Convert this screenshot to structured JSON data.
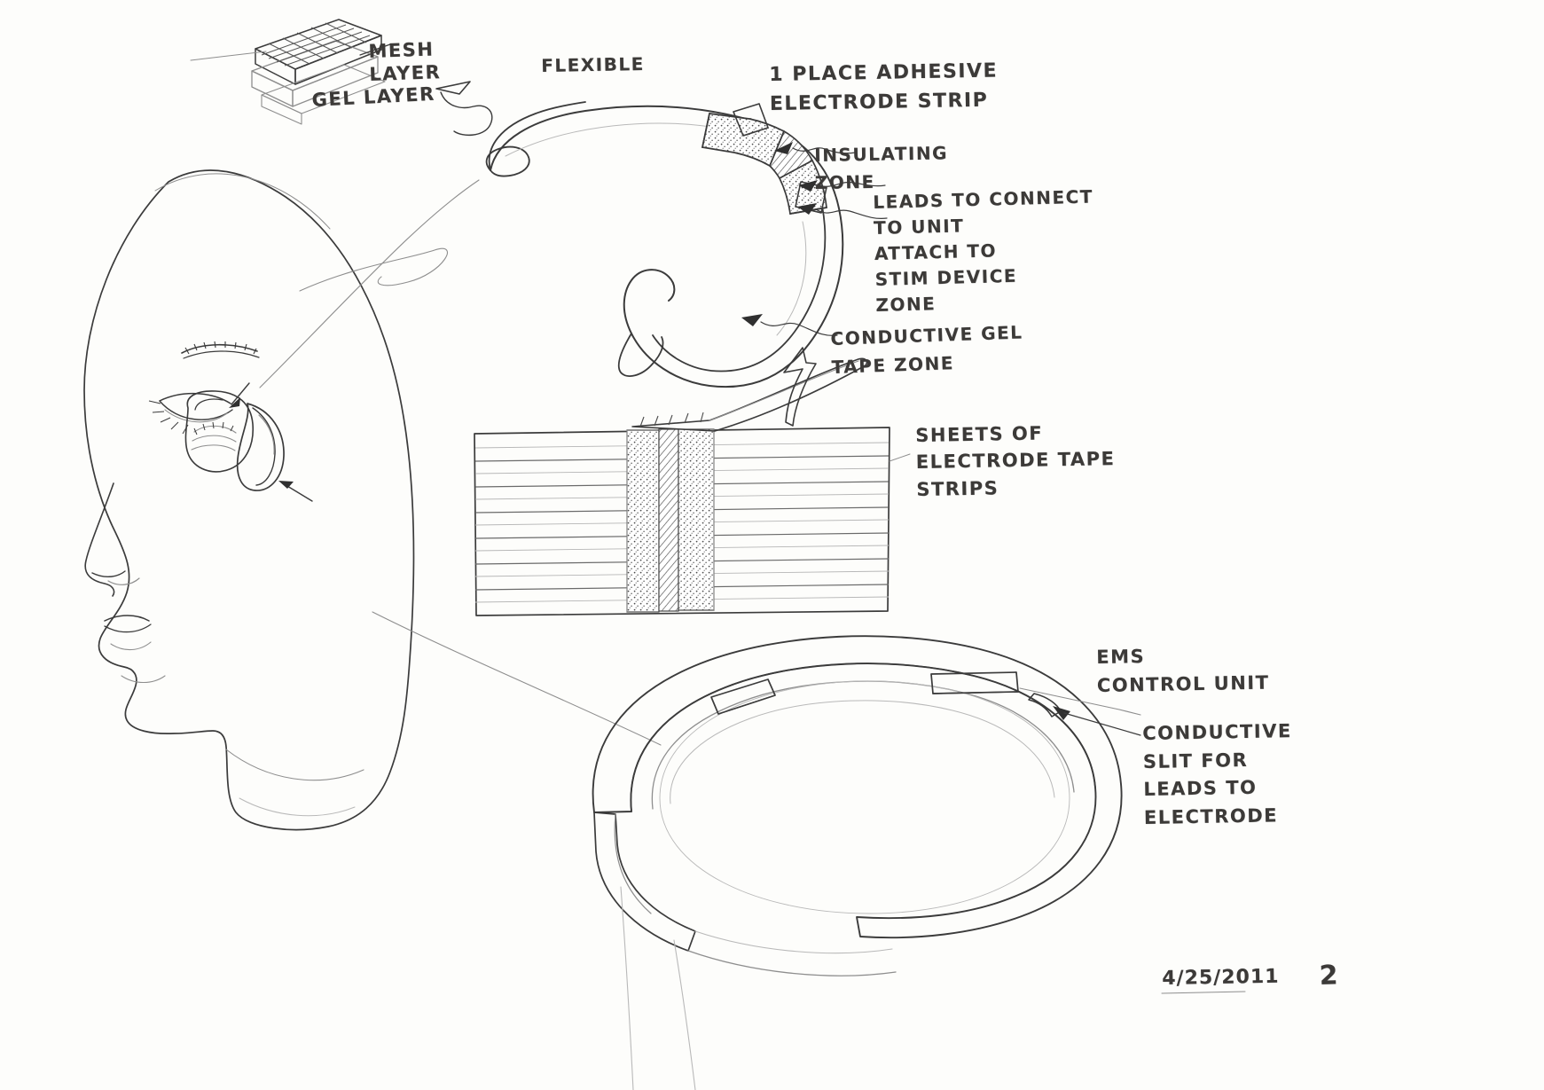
{
  "document": {
    "type": "hand-drawn-design-sketch",
    "subject": "EMS electrode headband / adhesive electrode strip concept",
    "date": "4/25/2011",
    "page_number": "2",
    "paper_color": "#fdfdfb",
    "ink_color": "#3b3b3b"
  },
  "annotations": {
    "mesh_layer": "MESH\nLAYER",
    "gel_layer": "GEL LAYER",
    "flexible": "FLEXIBLE",
    "step_one": "1  PLACE ADHESIVE\nELECTRODE STRIP",
    "insulating_zone": "INSULATING\nZONE",
    "leads_to_connect": "LEADS TO CONNECT\nTO UNIT\nATTACH TO\nSTIM DEVICE\nZONE",
    "conductive_gel": "CONDUCTIVE GEL\nTAPE ZONE",
    "sheets_of_tape": "SHEETS OF\nELECTRODE TAPE\nSTRIPS",
    "ems_control_unit": "EMS\nCONTROL UNIT",
    "conductive_slit": "CONDUCTIVE\nSLIT FOR\nLEADS TO\nELECTRODE"
  },
  "figures": {
    "head_profile": "side-view-human-head-with-ear",
    "headband_top": "flexible-band-with-electrode-zones",
    "tape_sheet": "sheet-of-electrode-tape-strips",
    "control_unit": "ems-control-unit-band-perspective",
    "layer_block": "mesh-and-gel-layer-stack"
  }
}
